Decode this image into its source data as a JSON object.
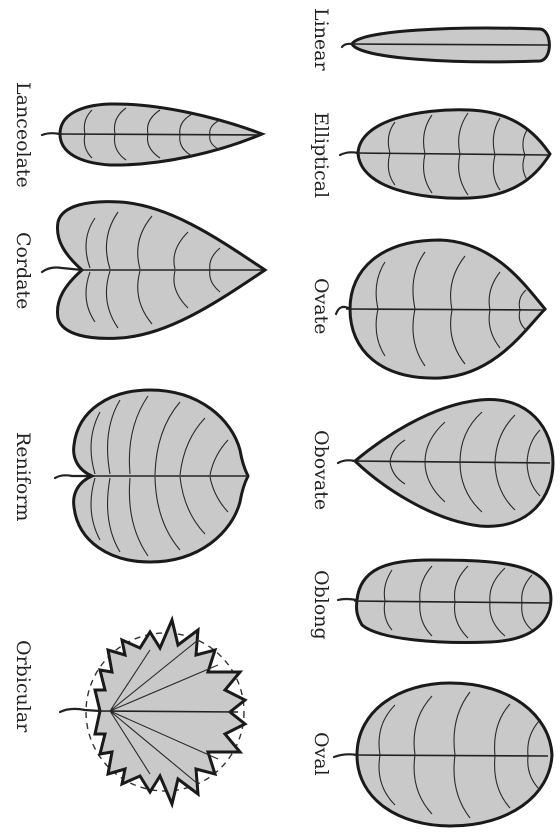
{
  "leaves": {
    "right_column": [
      {
        "key": "linear",
        "label": "Linear"
      },
      {
        "key": "elliptical",
        "label": "Elliptical"
      },
      {
        "key": "ovate",
        "label": "Ovate"
      },
      {
        "key": "obovate",
        "label": "Obovate"
      },
      {
        "key": "oblong",
        "label": "Oblong"
      },
      {
        "key": "oval",
        "label": "Oval"
      }
    ],
    "left_column": [
      {
        "key": "lanceolate",
        "label": "Lanceolate"
      },
      {
        "key": "cordate",
        "label": "Cordate"
      },
      {
        "key": "reniform",
        "label": "Reniform"
      },
      {
        "key": "orbicular",
        "label": "Orbicular"
      }
    ]
  },
  "colors": {
    "leaf_fill": "#c9c9c9",
    "outline": "#1a1a1a",
    "background": "#ffffff"
  }
}
